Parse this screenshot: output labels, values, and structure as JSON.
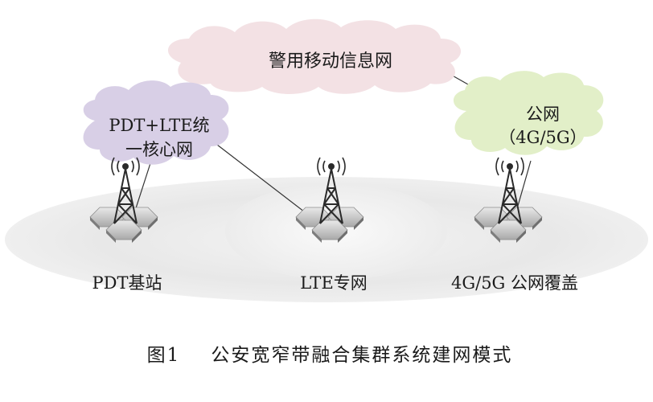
{
  "clouds": {
    "police_network": "警用移动信息网",
    "core_network": [
      "PDT+LTE统",
      "一核心网"
    ],
    "public_network": [
      "公网",
      "（4G/5G）"
    ]
  },
  "stations": {
    "pdt": "PDT基站",
    "lte": "LTE专网",
    "public": "4G/5G 公网覆盖"
  },
  "caption": {
    "number": "图1",
    "title": "公安宽窄带融合集群系统建网模式"
  },
  "colors": {
    "police_cloud": "#f3e1e4",
    "core_cloud": "#d8cfe6",
    "public_cloud": "#e2efc8",
    "coverage": "#e6e6e6",
    "line": "#333333"
  },
  "icons": [
    "antenna-tower-icon",
    "hexagon-cell-icon"
  ]
}
